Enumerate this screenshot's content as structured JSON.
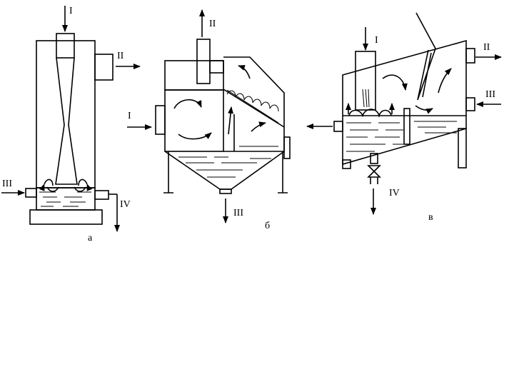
{
  "diagram": {
    "panels": [
      {
        "id": "a",
        "caption": "а",
        "labels": {
          "I": "I",
          "II": "II",
          "III": "III",
          "IV": "IV"
        }
      },
      {
        "id": "b",
        "caption": "б",
        "labels": {
          "I": "I",
          "II": "II",
          "III": "III"
        }
      },
      {
        "id": "v",
        "caption": "в",
        "labels": {
          "I": "I",
          "II": "II",
          "III": "III",
          "IV": "IV"
        }
      }
    ]
  }
}
